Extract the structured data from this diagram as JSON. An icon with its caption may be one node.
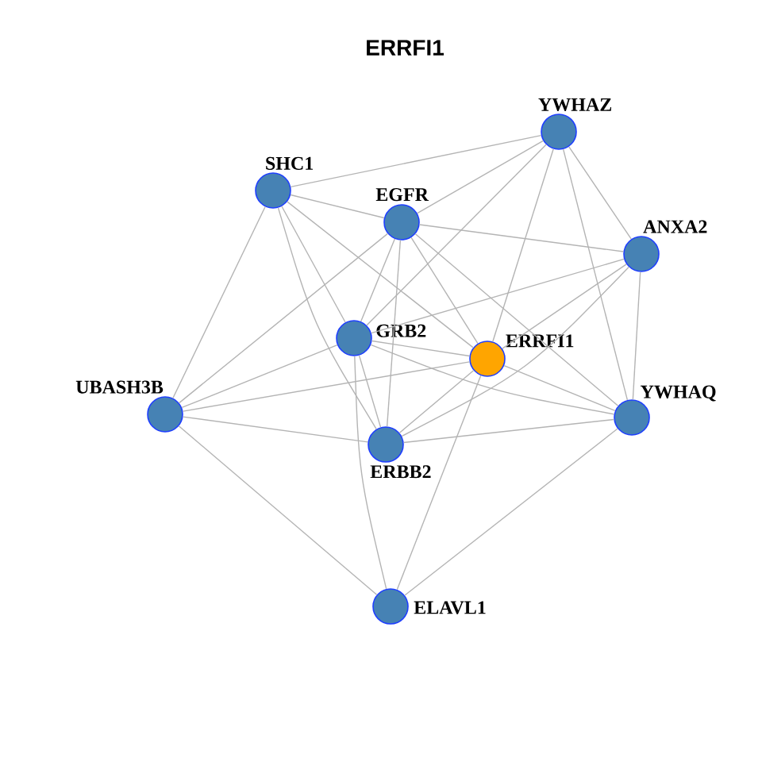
{
  "diagram": {
    "title": "ERRFI1",
    "nodes": [
      {
        "text": [
          "YWHAZ"
        ]
      },
      {
        "text": [
          "SHC1"
        ]
      },
      {
        "text": [
          "EGFR"
        ]
      },
      {
        "text": [
          "ANXA2"
        ]
      },
      {
        "text": [
          "GRB2"
        ]
      },
      {
        "text": [
          "ERRFI1"
        ]
      },
      {
        "text": [
          "UBASH3B"
        ]
      },
      {
        "text": [
          "YWHAQ"
        ]
      },
      {
        "text": [
          "ERBB2"
        ]
      },
      {
        "text": [
          "ELAVL1"
        ]
      }
    ],
    "edges": [
      {
        "from": 1,
        "to": 0,
        "arrow": "none"
      },
      {
        "from": 1,
        "to": 2,
        "arrow": "none"
      },
      {
        "from": 2,
        "to": 3,
        "arrow": "none"
      },
      {
        "from": 1,
        "to": 4,
        "arrow": "none"
      },
      {
        "from": 1,
        "to": 5,
        "arrow": "none"
      },
      {
        "from": 1,
        "to": 6,
        "arrow": "none"
      },
      {
        "from": 1,
        "to": 8,
        "arrow": "none"
      },
      {
        "from": 0,
        "to": 2,
        "arrow": "none"
      },
      {
        "from": 0,
        "to": 3,
        "arrow": "none"
      },
      {
        "from": 0,
        "to": 4,
        "arrow": "none"
      },
      {
        "from": 0,
        "to": 5,
        "arrow": "none"
      },
      {
        "from": 0,
        "to": 7,
        "arrow": "none"
      },
      {
        "from": 2,
        "to": 4,
        "arrow": "none"
      },
      {
        "from": 2,
        "to": 5,
        "arrow": "none"
      },
      {
        "from": 2,
        "to": 6,
        "arrow": "none"
      },
      {
        "from": 2,
        "to": 7,
        "arrow": "none"
      },
      {
        "from": 2,
        "to": 8,
        "arrow": "none"
      },
      {
        "from": 3,
        "to": 4,
        "arrow": "none"
      },
      {
        "from": 3,
        "to": 5,
        "arrow": "none"
      },
      {
        "from": 3,
        "to": 7,
        "arrow": "none"
      },
      {
        "from": 3,
        "to": 8,
        "arrow": "none"
      },
      {
        "from": 4,
        "to": 5,
        "arrow": "none"
      },
      {
        "from": 4,
        "to": 6,
        "arrow": "none"
      },
      {
        "from": 4,
        "to": 7,
        "arrow": "none"
      },
      {
        "from": 4,
        "to": 8,
        "arrow": "none"
      },
      {
        "from": 4,
        "to": 9,
        "arrow": "none"
      },
      {
        "from": 5,
        "to": 6,
        "arrow": "none"
      },
      {
        "from": 5,
        "to": 7,
        "arrow": "none"
      },
      {
        "from": 5,
        "to": 8,
        "arrow": "none"
      },
      {
        "from": 5,
        "to": 9,
        "arrow": "none"
      },
      {
        "from": 6,
        "to": 8,
        "arrow": "none"
      },
      {
        "from": 6,
        "to": 9,
        "arrow": "none"
      },
      {
        "from": 7,
        "to": 8,
        "arrow": "none"
      },
      {
        "from": 7,
        "to": 9,
        "arrow": "none"
      }
    ]
  }
}
